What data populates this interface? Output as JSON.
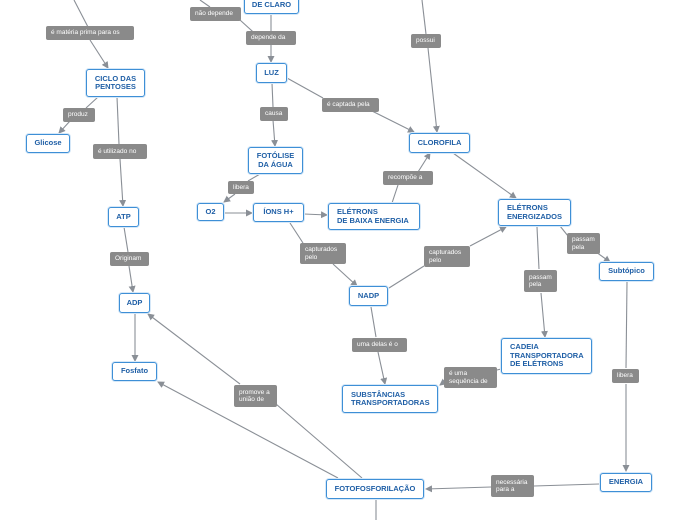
{
  "nodes": {
    "de_claro": "DE CLARO",
    "ciclo_pentoses": "CICLO DAS\nPENTOSES",
    "glicose": "Glicose",
    "atp": "ATP",
    "adp": "ADP",
    "fosfato": "Fosfato",
    "luz": "LUZ",
    "fotolise": "FOTÓLISE\nDA ÁGUA",
    "o2": "O2",
    "ions_h": "ÍONS H+",
    "eletrons_baixa": "ELÉTRONS\nDE BAIXA ENERGIA",
    "clorofila": "CLOROFILA",
    "eletrons_energizados": "ELÉTRONS\nENERGIZADOS",
    "subtopico": "Subtópico",
    "nadp": "NADP",
    "cadeia": "CADEIA\nTRANSPORTADORA\nDE ELÉTRONS",
    "substancias": "SUBSTÂNCIAS\nTRANSPORTADORAS",
    "energia": "ENERGIA",
    "fotofosforilacao": "FOTOFOSFORILAÇÃO"
  },
  "labels": {
    "nao_depende": "não depende",
    "materia_prima": "é matéria prima para os",
    "depende_da": "depende da",
    "possui": "possui",
    "produz": "produz",
    "utilizado_no": "é utilizado no",
    "causa": "causa",
    "captada_pela": "é captada pela",
    "libera_o2": "libera",
    "recompoe_a": "recompõe a",
    "capturados_nadp": "capturados\npelo",
    "capturados_eletrons": "capturados\npelo",
    "passam_subtopico": "passam\npela",
    "passam_cadeia": "passam\npela",
    "originam": "Originam",
    "uma_delas": "uma delas é o",
    "uma_sequencia": "é uma\nsequência de",
    "libera_energia": "libera",
    "promove_uniao": "promove a\nunião de",
    "necessaria_para": "necessária\npara a"
  }
}
